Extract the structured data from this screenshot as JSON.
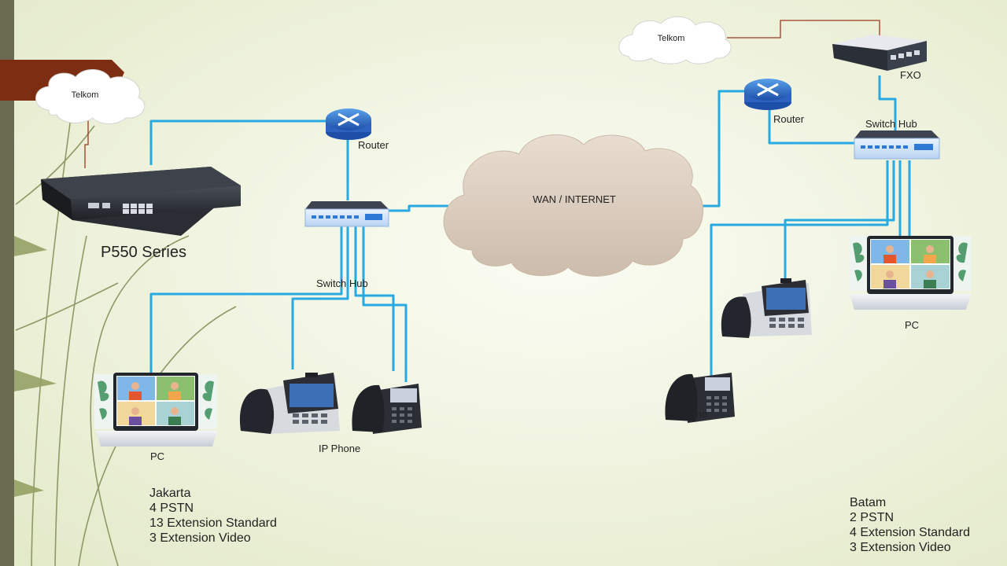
{
  "slide": {
    "accent_bar_color": "#7c2d12",
    "line_color": "#27aae1",
    "telco_line_color": "#9b3a1e"
  },
  "labels": {
    "jakarta_telkom": "Telkom",
    "batam_telkom": "Telkom",
    "pbx": "P550 Series",
    "jakarta_router": "Router",
    "batam_router": "Router",
    "jakarta_switch": "Switch Hub",
    "batam_switch": "Switch Hub",
    "wan": "WAN / INTERNET",
    "fxo": "FXO",
    "jakarta_pc": "PC",
    "batam_pc": "PC",
    "jakarta_ip_phone": "IP Phone",
    "batam_ip_phone": "IP Phone"
  },
  "sites": {
    "jakarta": {
      "name": "Jakarta",
      "lines": [
        "4 PSTN",
        "13 Extension Standard",
        "3 Extension Video"
      ]
    },
    "batam": {
      "name": "Batam",
      "lines": [
        "2 PSTN",
        "4 Extension Standard",
        "3 Extension Video"
      ]
    }
  }
}
